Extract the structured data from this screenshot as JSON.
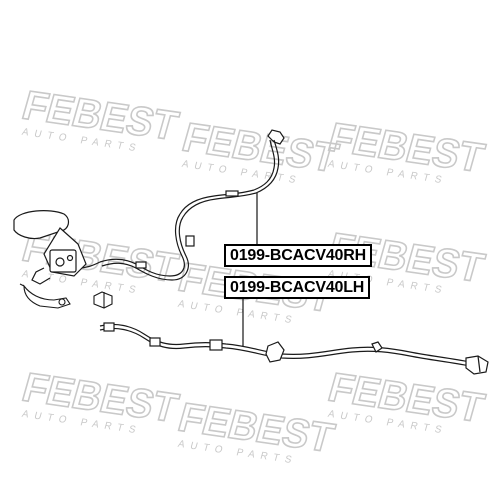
{
  "watermark": {
    "brand": "FEBEST",
    "tagline": "AUTO PARTS",
    "color": "#c9c9c9"
  },
  "parts": [
    {
      "id": "rh",
      "number": "0199-BCACV40RH"
    },
    {
      "id": "lh",
      "number": "0199-BCACV40LH"
    }
  ],
  "colors": {
    "line": "#1a1a1a",
    "label_border": "#000000"
  }
}
